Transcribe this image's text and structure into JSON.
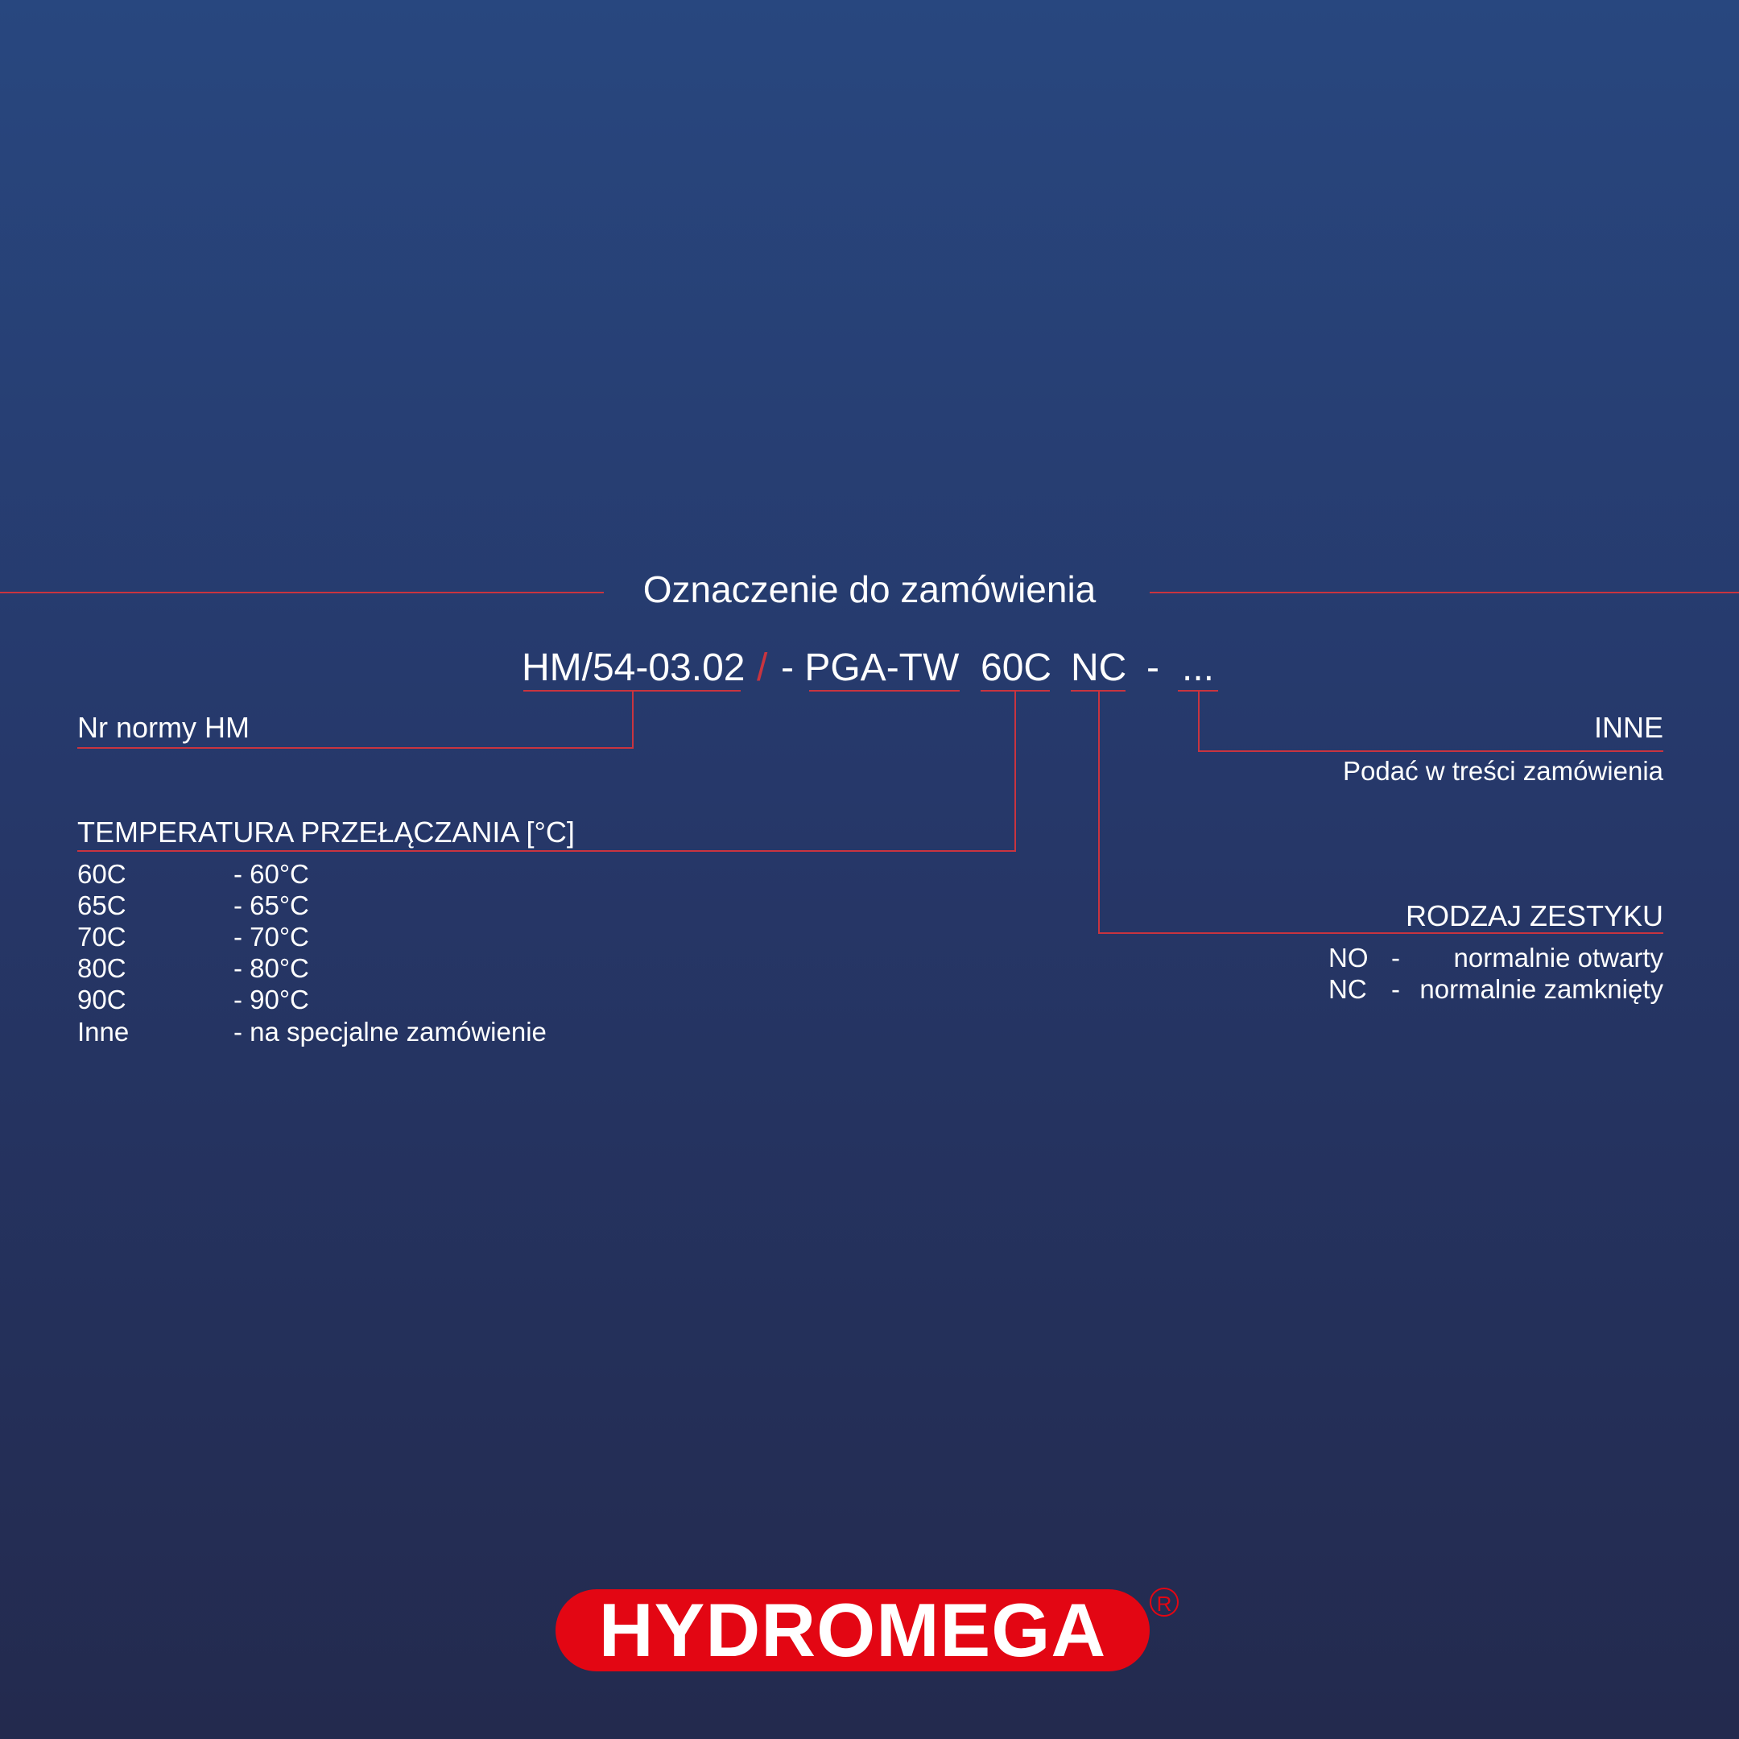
{
  "title": "Oznaczenie do zamówienia",
  "code": {
    "norm": "HM/54-03.02",
    "separator": "/",
    "model": "- PGA-TW",
    "temperature": "60C",
    "contact": "NC",
    "dash": "-",
    "other": "..."
  },
  "norm_section": {
    "label": "Nr normy HM"
  },
  "temperature_section": {
    "heading": "TEMPERATURA PRZEŁĄCZANIA [°C]",
    "rows": [
      {
        "code": "60C",
        "desc": "- 60°C"
      },
      {
        "code": "65C",
        "desc": "- 65°C"
      },
      {
        "code": "70C",
        "desc": "- 70°C"
      },
      {
        "code": "80C",
        "desc": "- 80°C"
      },
      {
        "code": "90C",
        "desc": "- 90°C"
      },
      {
        "code": "Inne",
        "desc": "- na specjalne zamówienie"
      }
    ]
  },
  "other_section": {
    "heading": "INNE",
    "desc": "Podać w treści zamówienia"
  },
  "contact_section": {
    "heading": "RODZAJ ZESTYKU",
    "rows": [
      {
        "code": "NO",
        "dash": "-",
        "desc": "normalnie otwarty"
      },
      {
        "code": "NC",
        "dash": "-",
        "desc": "normalnie zamknięty"
      }
    ]
  },
  "logo": {
    "text": "HYDROMEGA",
    "registered_mark": "R",
    "brand_color": "#e30613"
  },
  "colors": {
    "accent_line": "#c9343f",
    "background_top": "#28477f",
    "background_bottom": "#232a4e",
    "text": "#ffffff"
  }
}
